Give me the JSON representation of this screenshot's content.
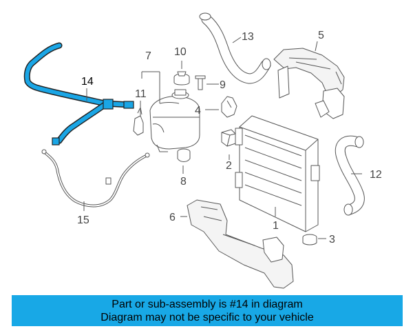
{
  "callouts": {
    "c1": "1",
    "c2": "2",
    "c3": "3",
    "c4": "4",
    "c5": "5",
    "c6": "6",
    "c7": "7",
    "c8": "8",
    "c9": "9",
    "c10": "10",
    "c11": "11",
    "c12": "12",
    "c13": "13",
    "c14": "14",
    "c15": "15"
  },
  "highlight": {
    "part": "14",
    "color": "#1aa6e6"
  },
  "banner": {
    "line1": "Part or sub-assembly is #14 in diagram",
    "line2": "Diagram may not be specific to your vehicle",
    "color": "#18a8e6"
  }
}
